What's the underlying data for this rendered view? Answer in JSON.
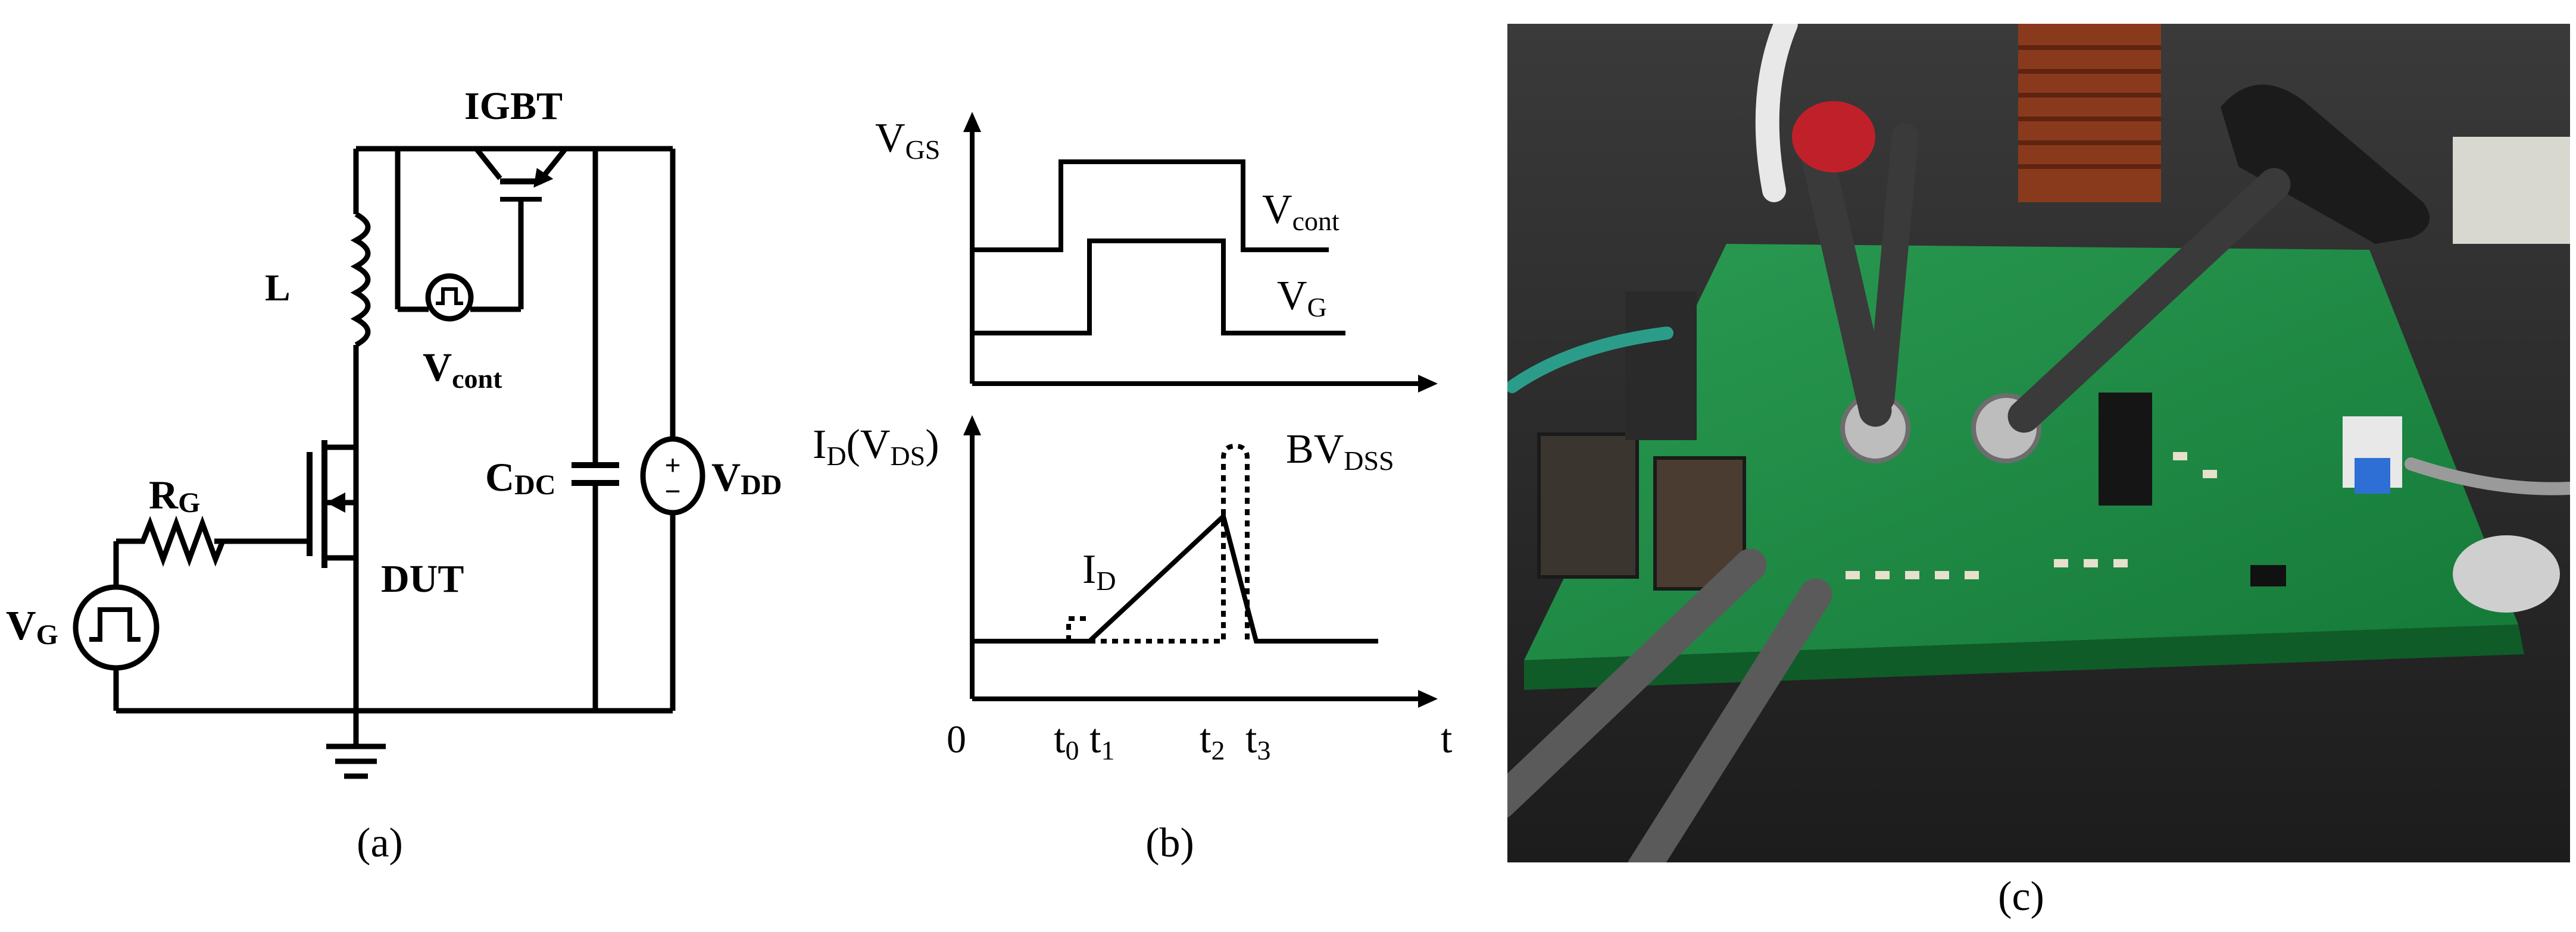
{
  "panel_a": {
    "caption": "(a)",
    "labels": {
      "igbt": "IGBT",
      "inductor": "L",
      "vcont_main": "V",
      "vcont_sub": "cont",
      "rg_main": "R",
      "rg_sub": "G",
      "vg_main": "V",
      "vg_sub": "G",
      "dut": "DUT",
      "cdc_main": "C",
      "cdc_sub": "DC",
      "vdd_main": "V",
      "vdd_sub": "DD",
      "source_plus": "+",
      "source_minus": "−"
    }
  },
  "panel_b": {
    "caption": "(b)",
    "top_axis": {
      "ylabel_main": "V",
      "ylabel_sub": "GS"
    },
    "top_traces": {
      "vcont_main": "V",
      "vcont_sub": "cont",
      "vg_main": "V",
      "vg_sub": "G"
    },
    "bottom_axis": {
      "ylabel_main": "I",
      "ylabel_sub1": "D",
      "ylabel_mid": "(V",
      "ylabel_sub2": "DS",
      "ylabel_end": ")"
    },
    "bottom_traces": {
      "id_main": "I",
      "id_sub": "D",
      "bvdss_main": "BV",
      "bvdss_sub": "DSS"
    },
    "time_axis": {
      "origin": "0",
      "t_label": "t",
      "ticks": [
        {
          "main": "t",
          "sub": "0"
        },
        {
          "main": "t",
          "sub": "1"
        },
        {
          "main": "t",
          "sub": "2"
        },
        {
          "main": "t",
          "sub": "3"
        }
      ]
    }
  },
  "panel_c": {
    "caption": "(c)",
    "photo_description_colors": {
      "board": "#1f8a45",
      "background": "#2b2b2b",
      "coil": "#8a3a1c"
    }
  }
}
